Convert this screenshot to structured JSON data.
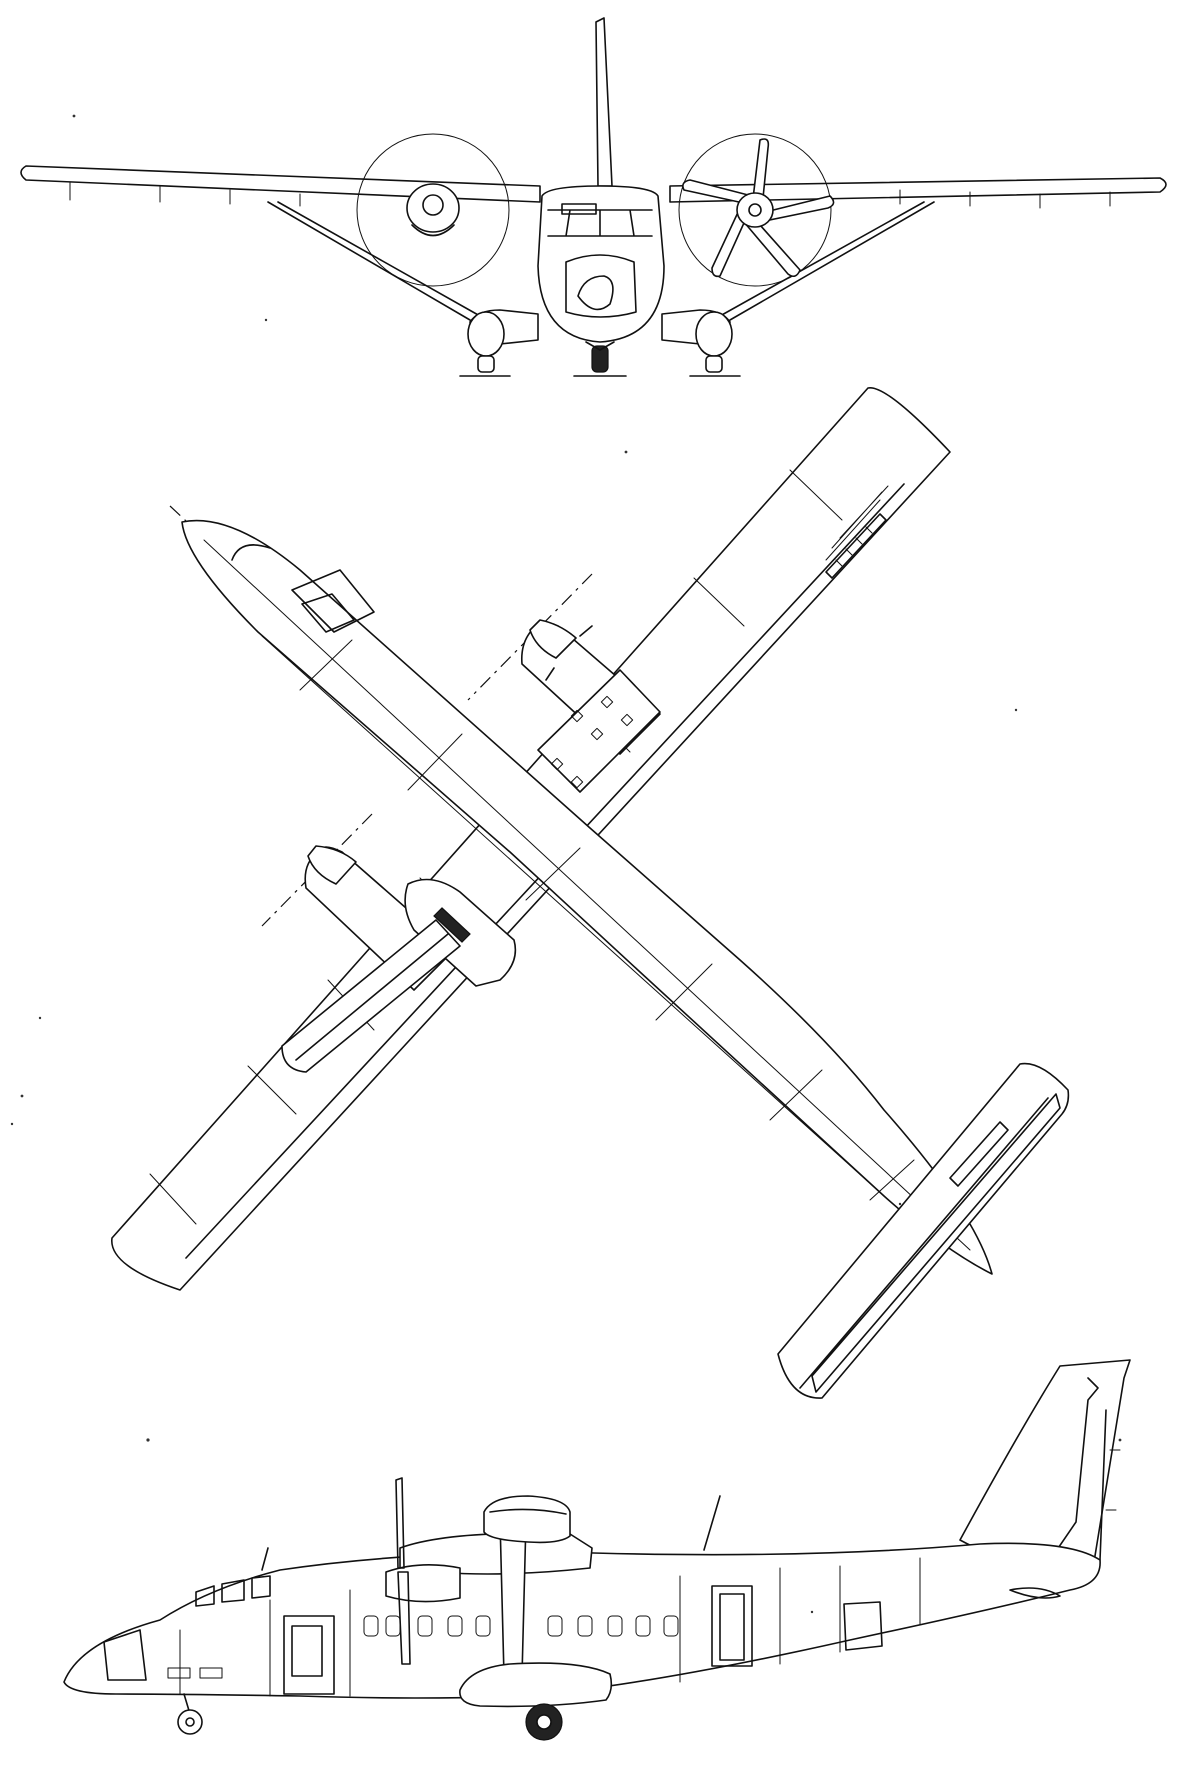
{
  "drawing": {
    "views": [
      "front",
      "plan",
      "side"
    ]
  }
}
